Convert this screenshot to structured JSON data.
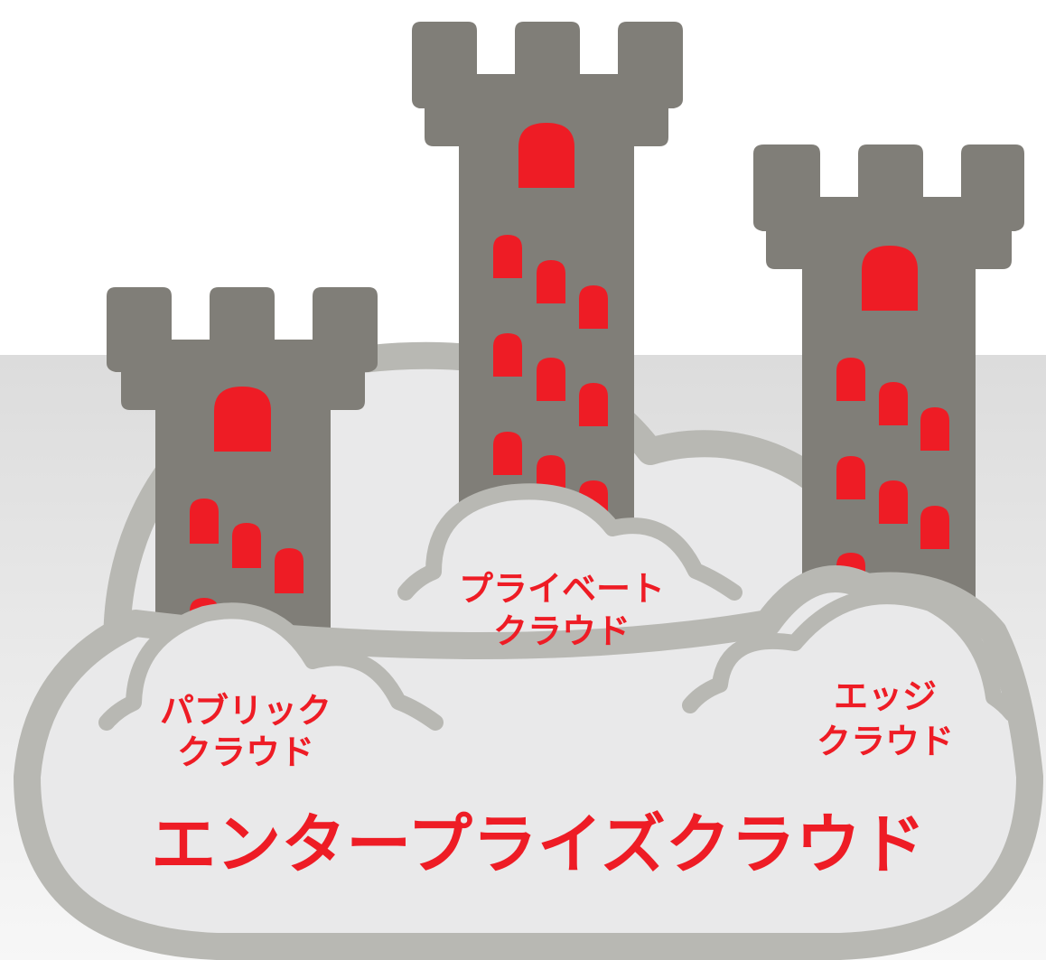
{
  "colors": {
    "tower": "#807e78",
    "window": "#ee1c25",
    "cloud_fill": "#e9e9ea",
    "cloud_outline": "#b8b8b3",
    "band_top": "#dcdcdc",
    "band_bottom": "#f5f5f5",
    "text": "#ee1c25"
  },
  "clouds": {
    "public": {
      "line1": "パブリック",
      "line2": "クラウド"
    },
    "private": {
      "line1": "プライベート",
      "line2": "クラウド"
    },
    "edge": {
      "line1": "エッジ",
      "line2": "クラウド"
    }
  },
  "enterprise": {
    "label": "エンタープライズクラウド"
  }
}
